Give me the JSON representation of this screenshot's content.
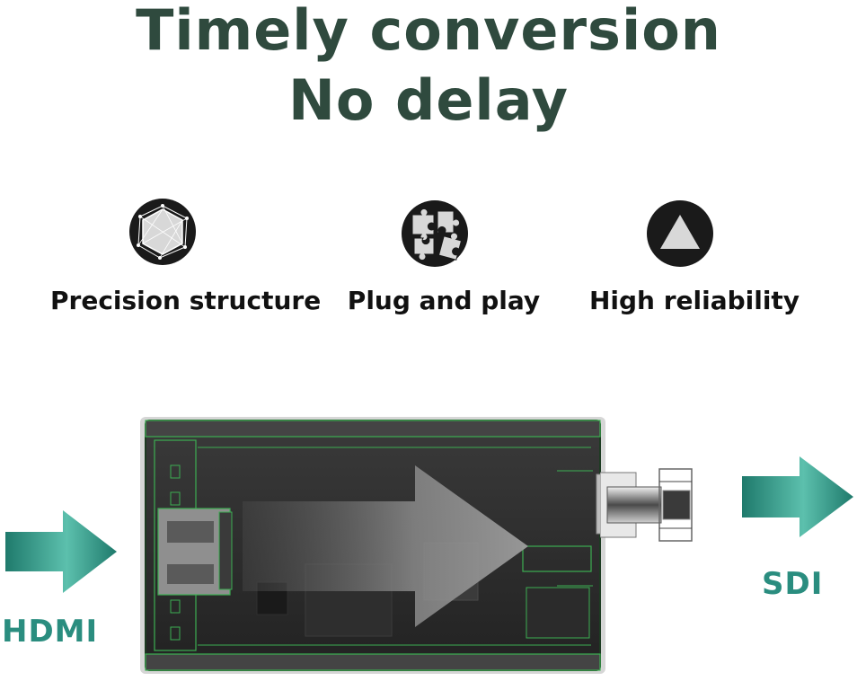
{
  "headline": {
    "line1": "Timely conversion",
    "line2": "No delay"
  },
  "features": [
    {
      "label": "Precision structure",
      "icon": "hexagon-network-icon"
    },
    {
      "label": "Plug and play",
      "icon": "puzzle-icon"
    },
    {
      "label": "High reliability",
      "icon": "triangle-icon"
    }
  ],
  "ports": {
    "input": "HDMI",
    "output": "SDI"
  },
  "colors": {
    "headline": "#2f4a3e",
    "accent": "#2a8d7f",
    "arrow_dark": "#1f7a6c",
    "arrow_light": "#5cc0ad"
  }
}
